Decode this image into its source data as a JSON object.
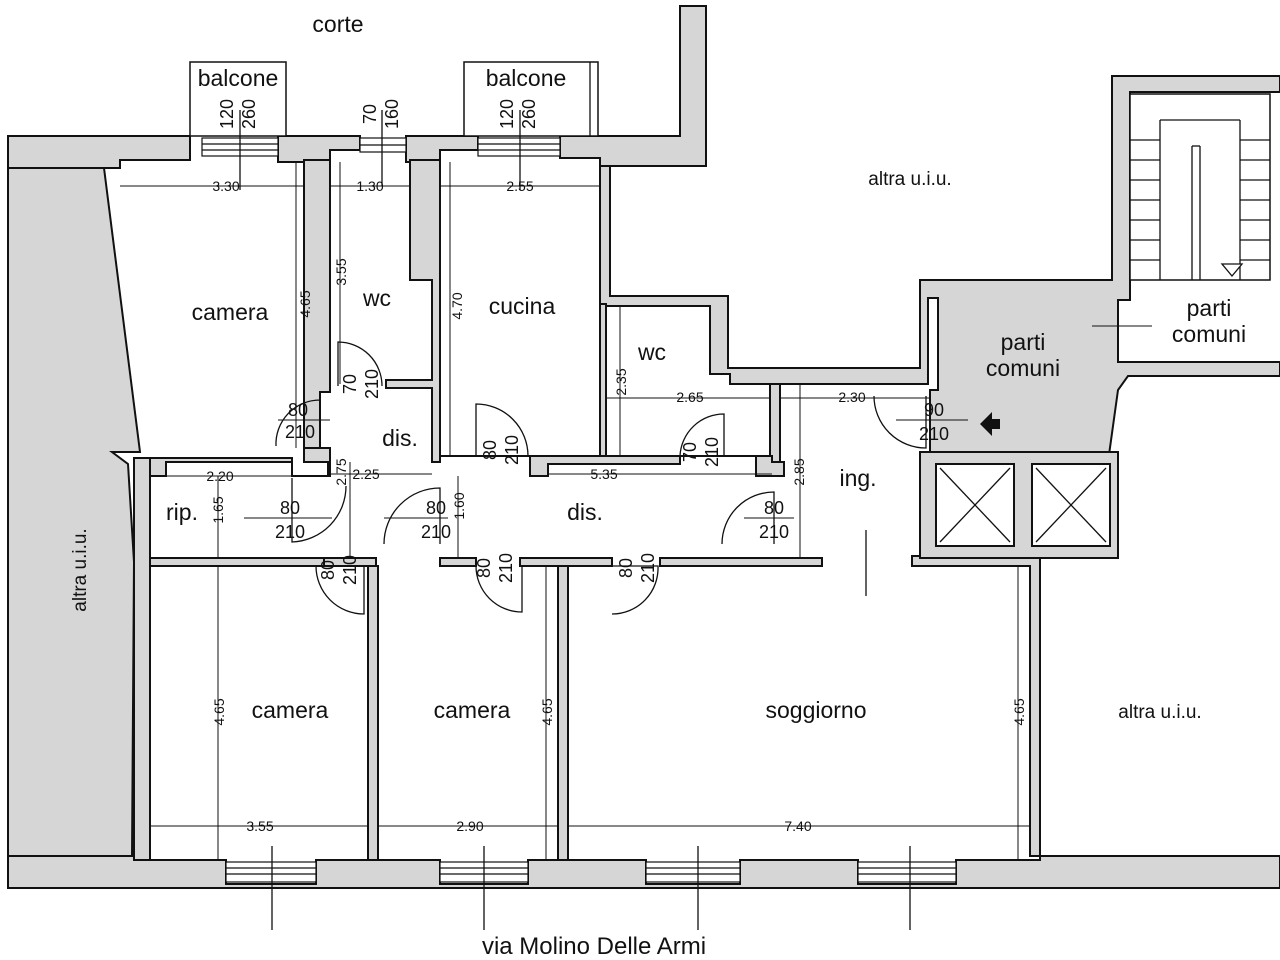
{
  "rooms": {
    "camera_nw": "camera",
    "wc_north": "wc",
    "cucina": "cucina",
    "wc_mid": "wc",
    "dis_small": "dis.",
    "dis_main": "dis.",
    "rip": "rip.",
    "ing": "ing.",
    "camera_sw": "camera",
    "camera_s": "camera",
    "soggiorno": "soggiorno",
    "parti_comuni_a_line1": "parti",
    "parti_comuni_a_line2": "comuni",
    "parti_comuni_b_line1": "parti",
    "parti_comuni_b_line2": "comuni"
  },
  "surroundings": {
    "corte": "corte",
    "balcone_left": "balcone",
    "balcone_right": "balcone",
    "altra_north": "altra u.i.u.",
    "altra_west": "altra u.i.u.",
    "altra_east": "altra u.i.u.",
    "street": "via Molino Delle Armi"
  },
  "dimensions": {
    "camera_nw_width": "3.30",
    "wc_north_width": "1.30",
    "cucina_width": "2.55",
    "camera_nw_depth": "4.65",
    "wc_north_depth": "3.55",
    "cucina_depth": "4.70",
    "wc_mid_depth": "2.35",
    "wc_mid_width": "2.65",
    "ing_width": "2.30",
    "ing_depth": "2.85",
    "rip_width": "2.20",
    "rip_depth": "1.65",
    "dis_small_depth": "2.75",
    "dis_small_width": "2.25",
    "dis_main_width": "5.35",
    "dis_main_depth": "1.60",
    "camera_sw_depth": "4.65",
    "camera_s_depth": "4.65",
    "soggiorno_depth": "4.65",
    "camera_sw_width": "3.55",
    "camera_s_width": "2.90",
    "soggiorno_width": "7.40"
  },
  "openings": {
    "win_balcone_left_w": "120",
    "win_balcone_left_h": "260",
    "win_wc_w": "70",
    "win_wc_h": "160",
    "win_balcone_right_w": "120",
    "win_balcone_right_h": "260",
    "door_wc_north_w": "70",
    "door_wc_north_h": "210",
    "door_camera_nw_w": "80",
    "door_camera_nw_h": "210",
    "door_cucina_w": "80",
    "door_cucina_h": "210",
    "door_wc_mid_w": "70",
    "door_wc_mid_h": "210",
    "door_entrance_w": "90",
    "door_entrance_h": "210",
    "door_rip_w": "80",
    "door_rip_h": "210",
    "door_dis_w": "80",
    "door_dis_h": "210",
    "door_ing_w": "80",
    "door_ing_h": "210",
    "door_camera_sw_w": "80",
    "door_camera_sw_h": "210",
    "door_camera_s_w": "80",
    "door_camera_s_h": "210",
    "door_soggiorno_w": "80",
    "door_soggiorno_h": "210"
  },
  "colors": {
    "wall_fill": "#d6d6d6",
    "line": "#111111",
    "background": "#ffffff"
  },
  "icons": {
    "entrance_arrow": "arrow-left-icon",
    "stairs_direction": "triangle-down-icon",
    "elevator_shaft": "cross-box-icon"
  }
}
